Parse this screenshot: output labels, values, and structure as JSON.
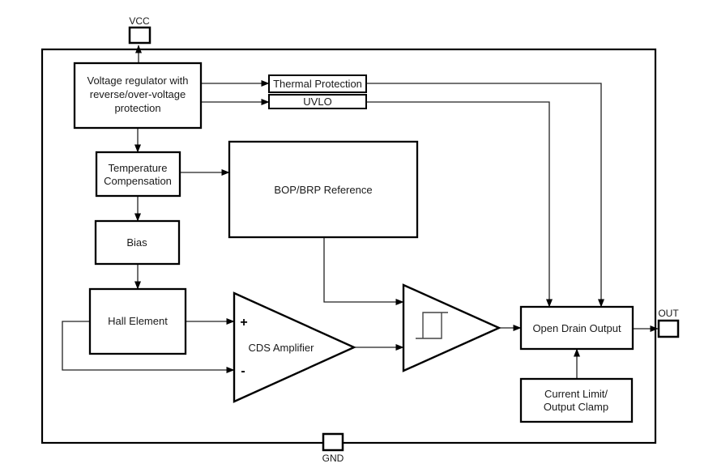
{
  "pins": {
    "vcc": {
      "label": "VCC"
    },
    "gnd": {
      "label": "GND"
    },
    "out": {
      "label": "OUT"
    }
  },
  "blocks": {
    "regulator": {
      "lines": [
        "Voltage regulator with",
        "reverse/over-voltage",
        "protection"
      ]
    },
    "thermal": {
      "label": "Thermal Protection"
    },
    "uvlo": {
      "label": "UVLO"
    },
    "temp_comp": {
      "lines": [
        "Temperature",
        "Compensation"
      ]
    },
    "bop_brp": {
      "label": "BOP/BRP Reference"
    },
    "bias": {
      "label": "Bias"
    },
    "hall": {
      "label": "Hall Element"
    },
    "cds_amp": {
      "label": "CDS Amplifier",
      "plus": "+",
      "minus": "-"
    },
    "schmitt": {
      "icon": "hysteresis"
    },
    "open_drain": {
      "label": "Open Drain Output"
    },
    "current_limit": {
      "lines": [
        "Current Limit/",
        "Output Clamp"
      ]
    }
  },
  "connections": [
    "vcc-pin -> regulator",
    "regulator -> thermal-protection",
    "regulator -> uvlo",
    "regulator -> temperature-compensation",
    "temperature-compensation -> bop-brp-reference",
    "temperature-compensation -> bias",
    "bias -> hall-element",
    "hall-element -> cds-amplifier(+)",
    "hall-element -> cds-amplifier(-)",
    "bop-brp-reference -> schmitt-trigger",
    "cds-amplifier -> schmitt-trigger",
    "schmitt-trigger -> open-drain-output",
    "thermal-protection -> open-drain-output",
    "uvlo -> open-drain-output",
    "current-limit-output-clamp -> open-drain-output",
    "open-drain-output -> out-pin"
  ],
  "colors": {
    "line": "#000000",
    "background": "#ffffff"
  }
}
